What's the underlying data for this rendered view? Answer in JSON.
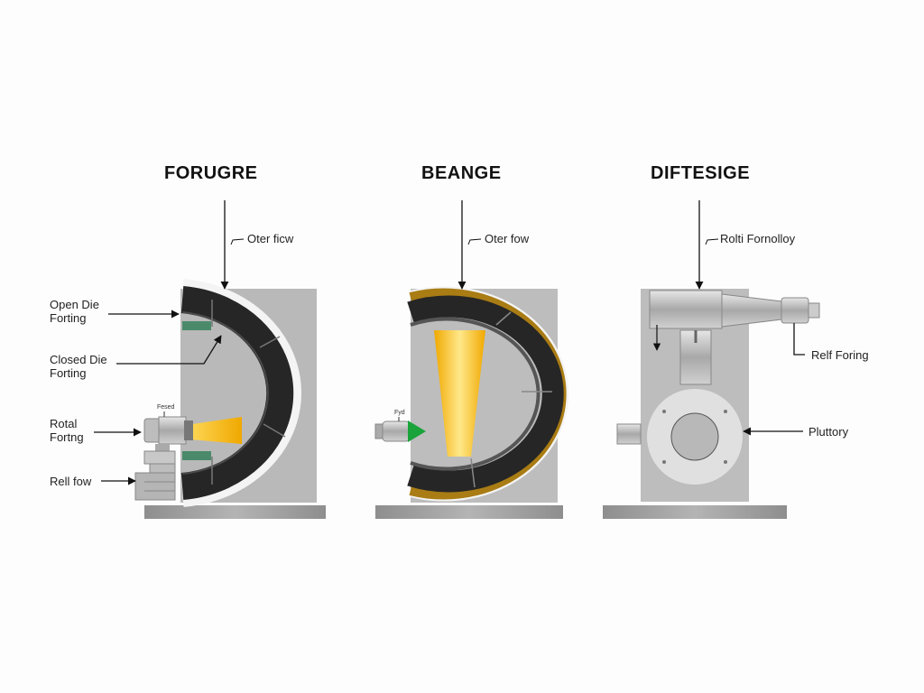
{
  "panels": [
    {
      "title": "FORUGRE",
      "top_label": "Oter ficw",
      "labels": [
        "Open Die",
        "Forting",
        "Closed Die",
        "Forting",
        "Rotal",
        "Fortng",
        "Rell fow"
      ],
      "nozzle_label": "Fesed"
    },
    {
      "title": "BEANGE",
      "top_label": "Oter fow",
      "nozzle_label": "Fyd"
    },
    {
      "title": "DIFTESIGE",
      "top_label": "Rolti Fornolloy",
      "labels": [
        "Relf Foring",
        "Pluttory"
      ]
    }
  ],
  "colors": {
    "plate": "#b8b8b8",
    "ring_dark": "#2a2a2a",
    "gold": "#a97c14",
    "flame": "#f2b400",
    "green": "#1aa33a",
    "teal": "#4a8a6a",
    "base": "#9a9a9a"
  }
}
